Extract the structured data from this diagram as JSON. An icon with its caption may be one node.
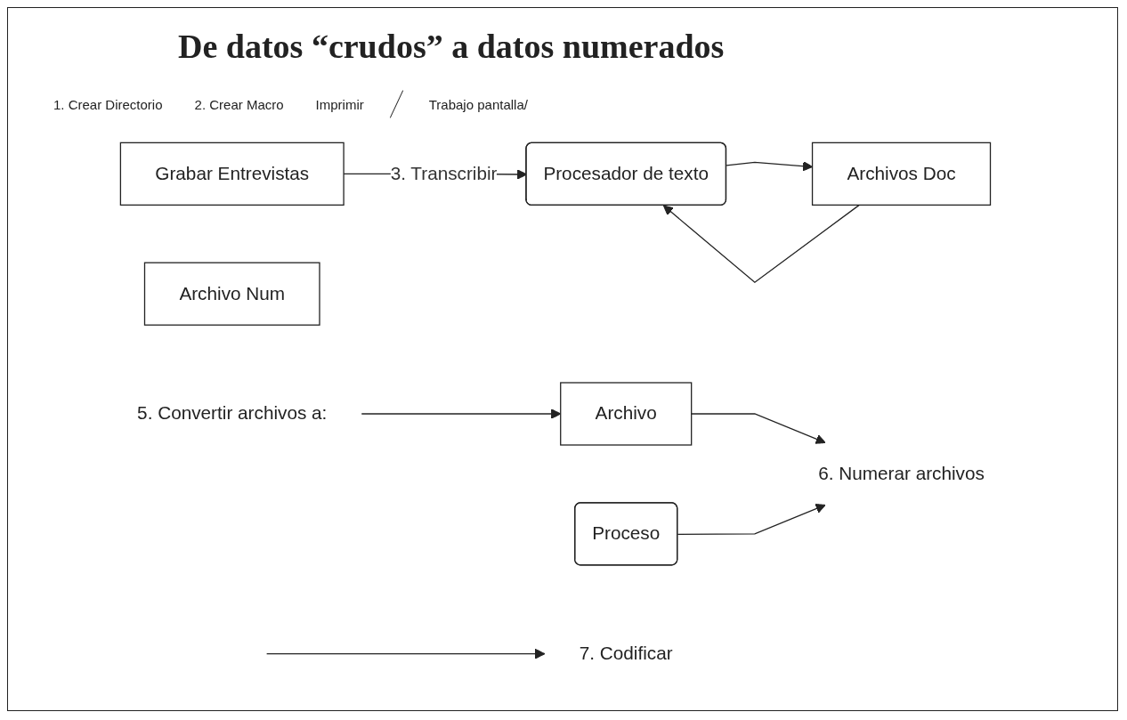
{
  "diagram": {
    "title": "De datos “crudos” a datos numerados",
    "nodes": [
      {
        "text": [
          "Grabar Entrevistas"
        ]
      },
      {
        "text": [
          "Procesador de texto"
        ]
      },
      {
        "text": [
          "Archivos Doc"
        ]
      },
      {
        "text": [
          "Archivo"
        ]
      },
      {
        "text": [
          "Proceso"
        ]
      },
      {
        "text": [
          "Archivo Num"
        ]
      },
      {
        "text": [
          "5. Convertir archivos a:"
        ]
      },
      {
        "text": [
          "6. Numerar archivos"
        ]
      },
      {
        "text": [
          "7. Codificar"
        ]
      }
    ],
    "edges": [
      {
        "from": 0,
        "to": 1,
        "arrow": "to",
        "label": "3. Transcribir"
      },
      {
        "from": 1,
        "to": 2,
        "arrow": "to"
      },
      {
        "from": 2,
        "to": 1,
        "arrow": "to"
      },
      {
        "from": 6,
        "to": 3,
        "arrow": "to"
      },
      {
        "from": 3,
        "to": 7,
        "arrow": "to"
      },
      {
        "from": 4,
        "to": 7,
        "arrow": "to"
      },
      {
        "from": null,
        "to": 8,
        "arrow": "to"
      }
    ],
    "labels": [
      "1. Crear Directorio",
      "2. Crear Macro",
      "Imprimir",
      "Trabajo pantalla/"
    ]
  }
}
